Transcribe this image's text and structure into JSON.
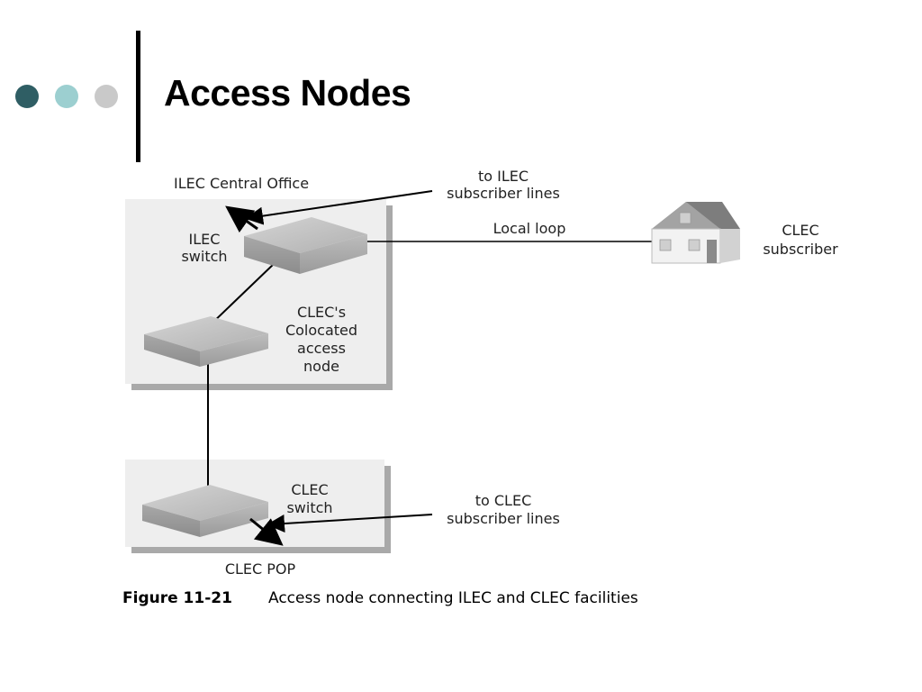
{
  "slide": {
    "title": "Access Nodes"
  },
  "diagram": {
    "labels": {
      "ilec_central_office": "ILEC Central Office",
      "to_ilec_l1": "to ILEC",
      "to_ilec_l2": "subscriber lines",
      "local_loop": "Local loop",
      "clec_subscriber_l1": "CLEC",
      "clec_subscriber_l2": "subscriber",
      "ilec_switch_l1": "ILEC",
      "ilec_switch_l2": "switch",
      "colocated_l1": "CLEC's",
      "colocated_l2": "Colocated",
      "colocated_l3": "access",
      "colocated_l4": "node",
      "clec_switch_l1": "CLEC",
      "clec_switch_l2": "switch",
      "to_clec_l1": "to CLEC",
      "to_clec_l2": "subscriber lines",
      "clec_pop": "CLEC POP"
    },
    "caption": {
      "number": "Figure 11-21",
      "text": "Access node connecting ILEC and CLEC facilities"
    }
  },
  "colors": {
    "dot_dark": "#2f5e64",
    "dot_light": "#9ccfd0",
    "dot_grey": "#c9c9c9",
    "panel": "#eeeeee",
    "panel_shadow": "#a9a9a9"
  }
}
